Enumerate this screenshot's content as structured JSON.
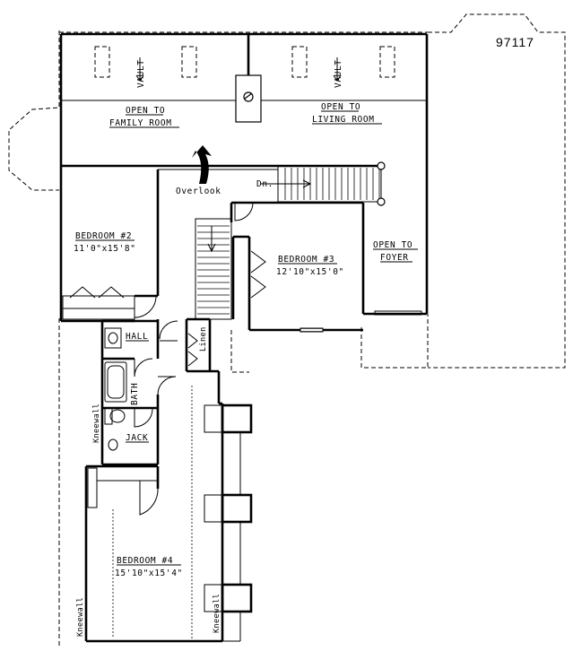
{
  "plan": {
    "id_number": "97117"
  },
  "labels": {
    "vault_left": "VAULT",
    "vault_right": "VAULT",
    "open_family_line1": "OPEN TO",
    "open_family_line2": "FAMILY ROOM",
    "open_living_line1": "OPEN TO",
    "open_living_line2": "LIVING ROOM",
    "overlook": "Overlook",
    "stair_down": "Dn.",
    "open_foyer_line1": "OPEN TO",
    "open_foyer_line2": "FOYER",
    "linen": "Linen",
    "hall": "HALL",
    "bath": "BATH",
    "jack": "JACK",
    "kneewall_bath": "Kneewall",
    "kneewall_bottom_left": "Kneewall",
    "kneewall_bottom_right": "Kneewall"
  },
  "rooms": {
    "bedroom2": {
      "name": "BEDROOM #2",
      "size": "11'0\"x15'8\""
    },
    "bedroom3": {
      "name": "BEDROOM #3",
      "size": "12'10\"x15'0\""
    },
    "bedroom4": {
      "name": "BEDROOM #4",
      "size": "15'10\"x15'4\""
    }
  }
}
